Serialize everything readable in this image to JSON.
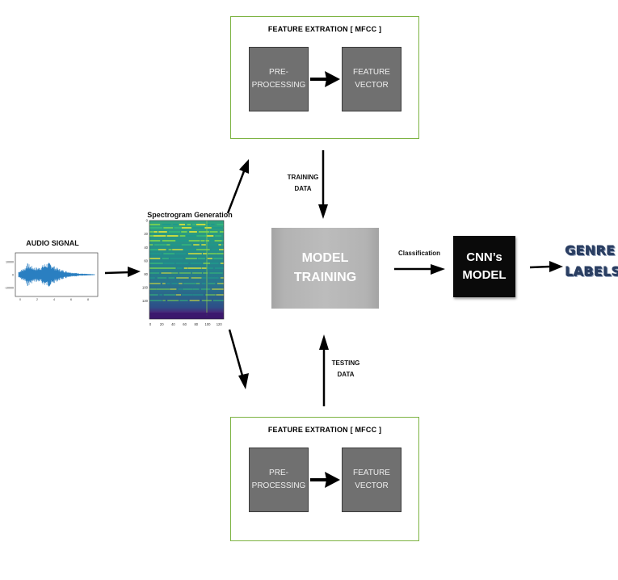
{
  "audio": {
    "title": "AUDIO SIGNAL",
    "y_ticks": [
      "10000",
      "0",
      "-10000"
    ],
    "x_ticks": [
      "0",
      "2",
      "4",
      "6",
      "8"
    ]
  },
  "spectrogram": {
    "title": "Spectrogram Generation",
    "y_ticks": [
      "0",
      "20",
      "40",
      "60",
      "80",
      "100",
      "120"
    ],
    "x_ticks": [
      "0",
      "20",
      "40",
      "60",
      "80",
      "100",
      "120"
    ]
  },
  "feature_top": {
    "title": "FEATURE EXTRATION [ MFCC ]",
    "pre_processing": "PRE-PROCESSING",
    "vector_line1": "FEATURE",
    "vector_line2": "VECTOR"
  },
  "feature_bottom": {
    "title": "FEATURE EXTRATION [ MFCC ]",
    "pre_processing": "PRE-PROCESSING",
    "vector_line1": "FEATURE",
    "vector_line2": "VECTOR"
  },
  "training_label": {
    "line1": "TRAINING",
    "line2": "DATA"
  },
  "testing_label": {
    "line1": "TESTING",
    "line2": "DATA"
  },
  "model_training": {
    "line1": "MODEL",
    "line2": "TRAINING"
  },
  "classification_label": "Classification",
  "cnn_model": {
    "line1": "CNN’s",
    "line2": "MODEL"
  },
  "genre_labels": {
    "line1": "GENRE",
    "line2": "LABELS"
  },
  "colors": {
    "frame_green": "#7cb342",
    "waveform_blue": "#2a7fc1",
    "box_gray": "#707070",
    "model_gray": "#b8b8b8",
    "cnn_black": "#0a0a0a",
    "genre_navy": "#2b3f63"
  }
}
